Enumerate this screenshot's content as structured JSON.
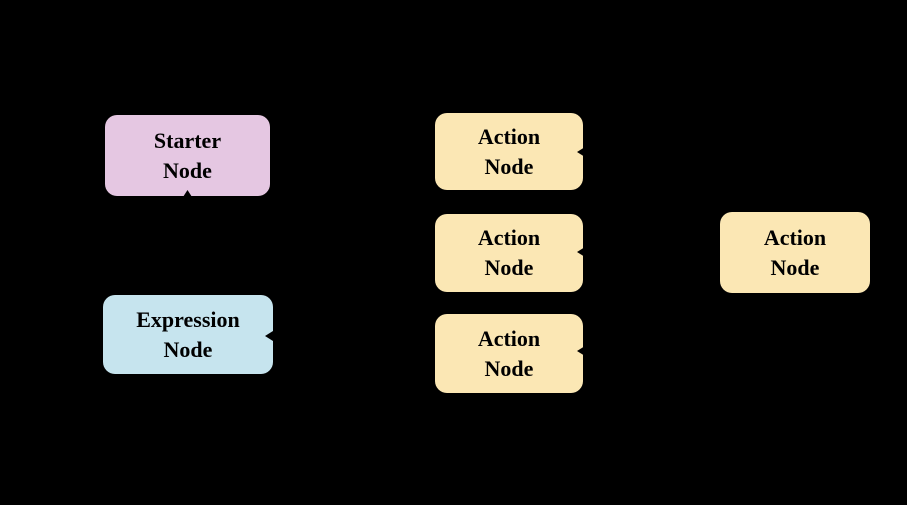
{
  "figure": {
    "background_color": "#000000",
    "colors": {
      "starter_fill": "#E5C7E2",
      "expression_fill": "#C6E4EE",
      "action_fill": "#FBE7B4",
      "text": "#000000",
      "arrowhead": "#000000"
    },
    "nodes": [
      {
        "id": "starter-node",
        "type": "starter",
        "line1": "Starter",
        "line2": "Node",
        "fill": "#E5C7E2"
      },
      {
        "id": "expression-node",
        "type": "expression",
        "line1": "Expression",
        "line2": "Node",
        "fill": "#C6E4EE"
      },
      {
        "id": "action-node-1",
        "type": "action",
        "line1": "Action",
        "line2": "Node",
        "fill": "#FBE7B4"
      },
      {
        "id": "action-node-2",
        "type": "action",
        "line1": "Action",
        "line2": "Node",
        "fill": "#FBE7B4"
      },
      {
        "id": "action-node-3",
        "type": "action",
        "line1": "Action",
        "line2": "Node",
        "fill": "#FBE7B4"
      },
      {
        "id": "action-node-right",
        "type": "action",
        "line1": "Action",
        "line2": "Node",
        "fill": "#FBE7B4"
      }
    ]
  }
}
